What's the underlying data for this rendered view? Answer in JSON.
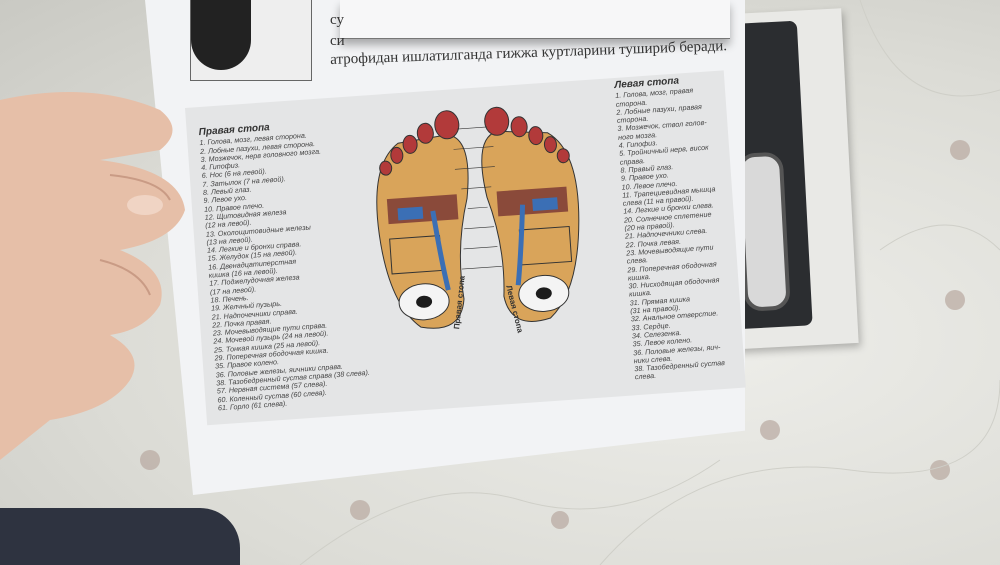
{
  "top_text": {
    "fragment_1": "су",
    "fragment_2": "си",
    "line": "атрофидан ишлатилганда гижжа куртларини тушириб беради."
  },
  "chart": {
    "right_foot_title": "Правая стопа",
    "left_foot_title": "Левая стопа",
    "right_foot_label": "Правая стопа",
    "left_foot_label": "Левая стопа",
    "right_items": [
      "1. Голова, мозг, левая сторона.",
      "2. Лобные пазухи, левая сторона.",
      "3. Мозжечок, нерв головного мозга.",
      "4. Гипофиз.",
      "6. Нос (6 на левой).",
      "7. Затылок (7 на левой).",
      "8. Левый глаз.",
      "9. Левое ухо.",
      "10. Правое плечо.",
      "12. Щитовидная железа",
      "(12 на левой).",
      "13. Околощитовидные железы",
      "(13 на левой).",
      "14. Легкие и бронхи справа.",
      "15. Желудок (15 на левой).",
      "16. Двенадцатиперстная",
      "кишка (16 на левой).",
      "17. Поджелудочная железа",
      "(17 на левой).",
      "18. Печень.",
      "19. Желчный пузырь.",
      "21. Надпочечники справа.",
      "22. Почка правая.",
      "23. Мочевыводящие пути справа.",
      "24. Мочевой пузырь (24 на левой).",
      "25. Тонкая кишка (25 на левой).",
      "29. Поперечная ободочная кишка.",
      "35. Правое колено.",
      "36. Половые железы, яичники справа.",
      "38. Тазобедренный сустав справа (38 слева).",
      "57. Нервная система (57 слева).",
      "60. Коленный сустав (60 слева).",
      "61. Горло (61 слева)."
    ],
    "left_items": [
      "1. Голова, мозг, правая",
      "сторона.",
      "2. Лобные пазухи, правая",
      "сторона.",
      "3. Мозжечок, ствол голов-",
      "ного мозга.",
      "4. Гипофиз.",
      "5. Тройничный нерв, висок",
      "справа.",
      "8. Правый глаз.",
      "9. Правое ухо.",
      "10. Левое плечо.",
      "11. Трапециевидная мышца",
      "слева (11 на правой).",
      "14. Легкие и бронхи слева.",
      "20. Солнечное сплетение",
      "(20 на правой).",
      "21. Надпочечники слева.",
      "22. Почка левая.",
      "23. Мочевыводящие пути",
      "слева.",
      "29. Поперечная ободочная",
      "кишка.",
      "30. Нисходящая ободочная",
      "кишка.",
      "31. Прямая кишка",
      "(31 на правой).",
      "32. Анальное отверстие.",
      "33. Сердце.",
      "34. Селезенка.",
      "35. Левое колено.",
      "36. Половые железы, яич-",
      "ники слева.",
      "38. Тазобедренный сустав",
      "слева."
    ],
    "colors": {
      "red": "#b23a3a",
      "brown": "#8a4a3a",
      "tan": "#d9a45a",
      "blue": "#3b6fb5",
      "black": "#1c1c1c",
      "gray": "#e4e5e6"
    }
  }
}
